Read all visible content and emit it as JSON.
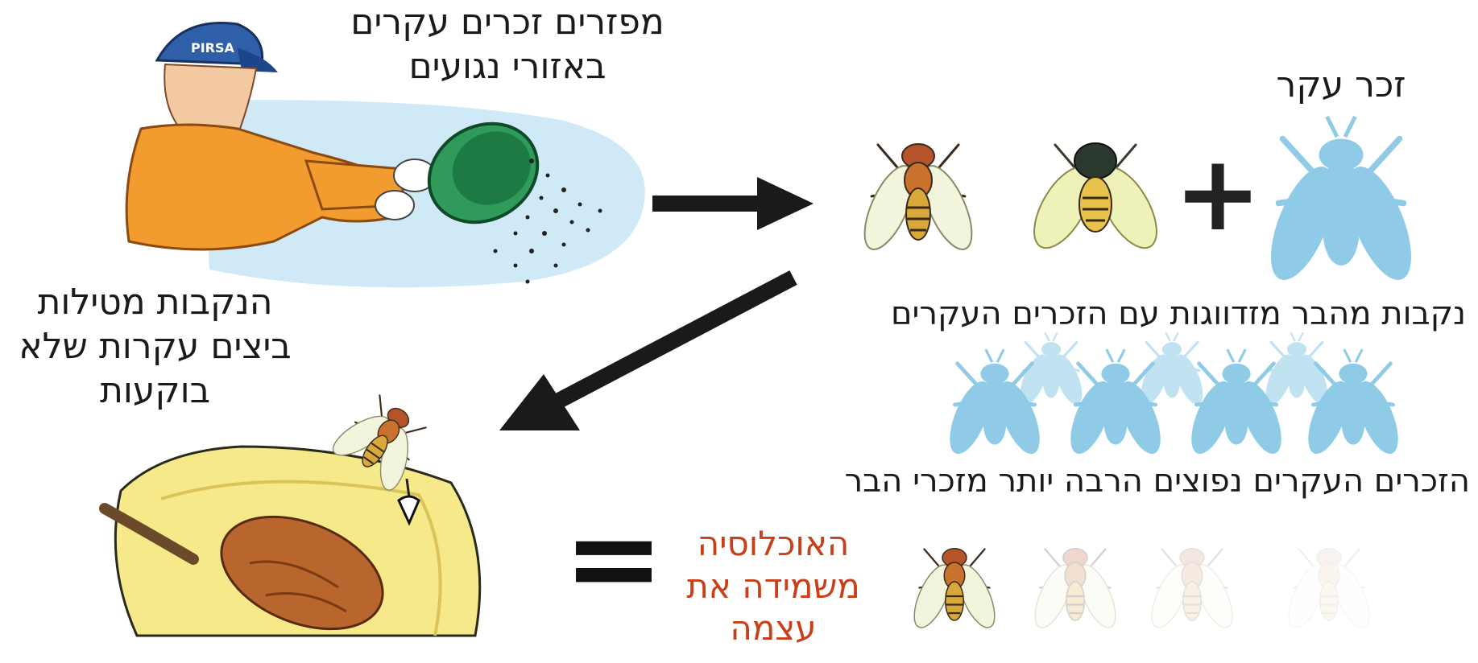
{
  "labels": {
    "release_line1": "מפזרים זכרים עקרים",
    "release_line2": "באזורי נגועים",
    "sterile_male": "זכר עקר",
    "wild_females_mate": "נקבות מהבר מזדווגות עם הזכרים העקרים",
    "females_lay_line1": "הנקבות מטילות",
    "females_lay_line2": "ביצים עקרות שלא",
    "females_lay_line3": "בוקעות",
    "sterile_outnumber": "הזכרים העקרים נפוצים הרבה יותר מזכרי הבר",
    "result_line1": "האוכלוסיה",
    "result_line2": "משמידה את",
    "result_line3": "עצמה"
  },
  "symbols": {
    "plus": "+",
    "equals": "="
  },
  "icons": {
    "worker": "farmer-spreading-icon",
    "wild_fly": "fruit-fly-icon",
    "sterile_fly": "sterile-fly-silhouette-icon",
    "fruit": "peach-half-icon"
  },
  "colors": {
    "sterile_blue": "#8fcbe6",
    "sterile_blue_light": "#b7def0",
    "result_red": "#c8401a",
    "arrow": "#1a1a1a",
    "sky": "#cfe9f6"
  }
}
